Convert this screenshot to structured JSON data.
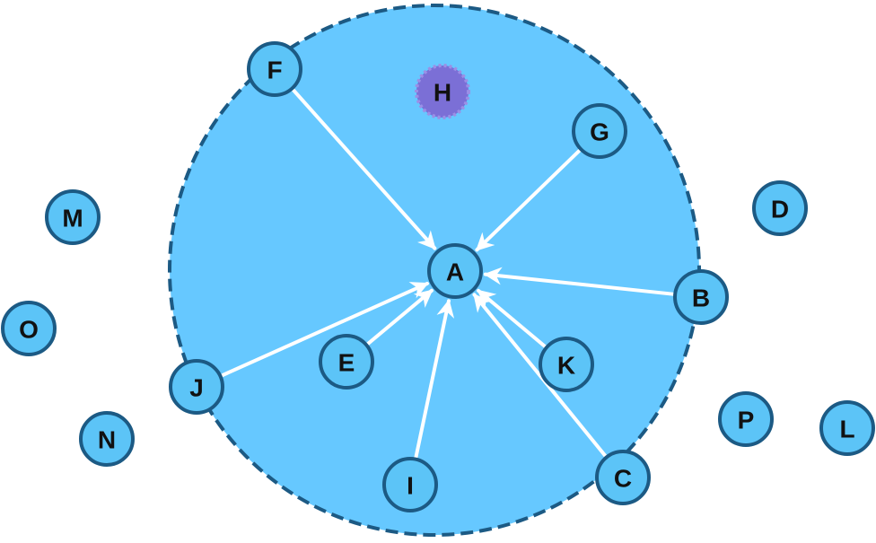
{
  "diagram": {
    "colors": {
      "region_fill": "#66c8ff",
      "region_stroke": "#1c5a84",
      "node_fill": "#5cc4f7",
      "node_stroke": "#1c5a84",
      "highlight_fill": "#7b6fd6",
      "highlight_stroke": "#9b8fe6",
      "edge": "#ffffff",
      "label": "#111111"
    },
    "center_node": "A",
    "nodes": [
      {
        "id": "A",
        "label": "A",
        "inside": true
      },
      {
        "id": "B",
        "label": "B",
        "inside": true
      },
      {
        "id": "C",
        "label": "C",
        "inside": true
      },
      {
        "id": "D",
        "label": "D",
        "inside": false
      },
      {
        "id": "E",
        "label": "E",
        "inside": true
      },
      {
        "id": "F",
        "label": "F",
        "inside": true
      },
      {
        "id": "G",
        "label": "G",
        "inside": true
      },
      {
        "id": "H",
        "label": "H",
        "inside": true,
        "highlighted": true
      },
      {
        "id": "I",
        "label": "I",
        "inside": true
      },
      {
        "id": "J",
        "label": "J",
        "inside": true
      },
      {
        "id": "K",
        "label": "K",
        "inside": true
      },
      {
        "id": "L",
        "label": "L",
        "inside": false
      },
      {
        "id": "M",
        "label": "M",
        "inside": false
      },
      {
        "id": "N",
        "label": "N",
        "inside": false
      },
      {
        "id": "O",
        "label": "O",
        "inside": false
      },
      {
        "id": "P",
        "label": "P",
        "inside": false
      }
    ],
    "edges": [
      {
        "from": "F",
        "to": "A"
      },
      {
        "from": "G",
        "to": "A"
      },
      {
        "from": "B",
        "to": "A"
      },
      {
        "from": "K",
        "to": "A"
      },
      {
        "from": "C",
        "to": "A"
      },
      {
        "from": "I",
        "to": "A"
      },
      {
        "from": "E",
        "to": "A"
      },
      {
        "from": "J",
        "to": "A"
      }
    ]
  }
}
